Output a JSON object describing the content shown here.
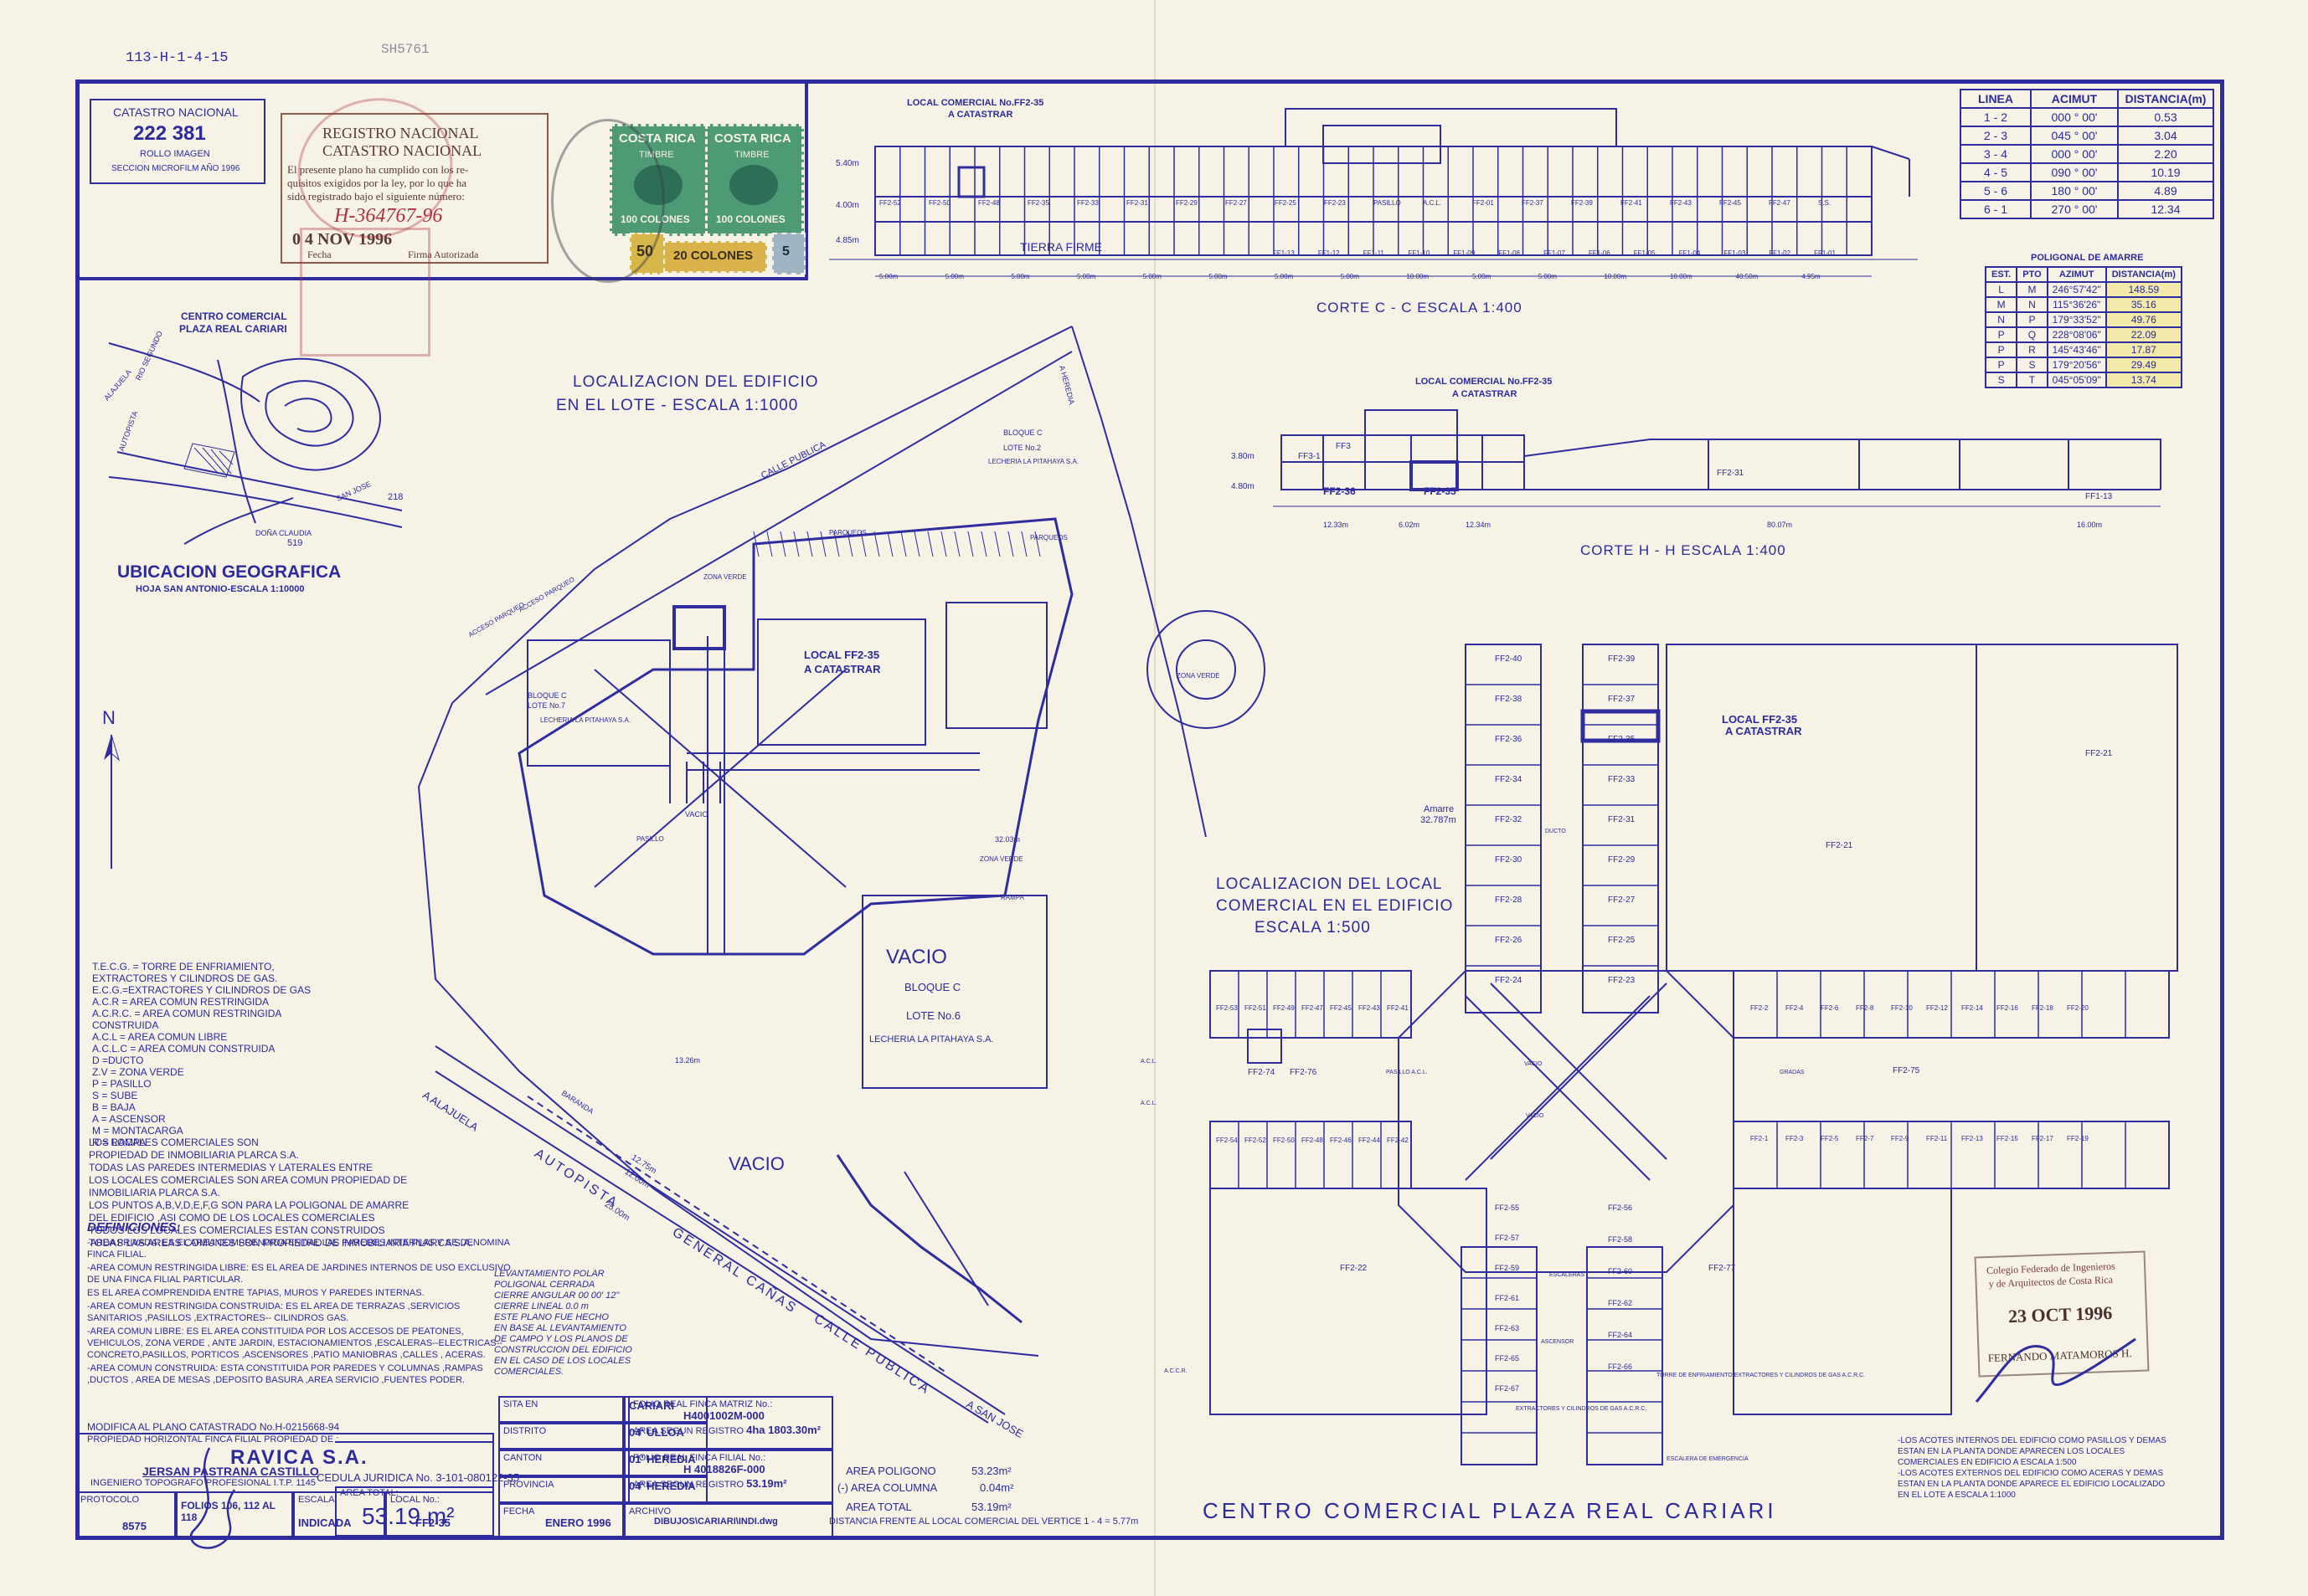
{
  "sheet_code": "113-H-1-4-15",
  "sheet_code_faded": "SH5761",
  "catastro_box": {
    "title": "CATASTRO NACIONAL",
    "number": "222 381",
    "rollo": "ROLLO  IMAGEN",
    "seccion": "SECCION MICROFILM  AÑO 1996"
  },
  "registro_stamp": {
    "title1": "REGISTRO NACIONAL",
    "title2": "CATASTRO NACIONAL",
    "body1": "El presente plano ha cumplido con los re-",
    "body2": "quisitos exigidos por la ley, por lo que ha",
    "body3": "sido registrado bajo el siguiente número:",
    "number": "H-364767-96",
    "date": "0 4 NOV 1996",
    "fecha_label": "Fecha",
    "firma_label": "Firma Autorizada"
  },
  "revenue_stamps": [
    {
      "country": "COSTA RICA",
      "kind": "TIMBRE",
      "value": "100 COLONES"
    },
    {
      "country": "COSTA RICA",
      "kind": "TIMBRE",
      "value": "100 COLONES"
    },
    {
      "country": "",
      "kind": "",
      "value": "20 COLONES"
    }
  ],
  "stamp_values": [
    "50",
    "5"
  ],
  "corte_cc": {
    "local_label1": "LOCAL COMERCIAL No.FF2-35",
    "local_label2": "A CATASTRAR",
    "ground_label": "TIERRA FIRME",
    "caption": "CORTE  C - C       ESCALA 1:400",
    "heights": [
      "5.40m",
      "4.00m",
      "4.85m"
    ],
    "upper_units": [
      "FF2-52",
      "FF2-50",
      "FF2-48",
      "FF2-35",
      "FF2-33",
      "FF2-31",
      "FF2-29",
      "FF2-27",
      "FF2-25",
      "FF2-23",
      "PASILLO",
      "A.C.L.",
      "FF2-01",
      "FF2-37",
      "FF2-39",
      "FF2-41",
      "FF2-43",
      "FF2-45",
      "FF2-47",
      "S.S."
    ],
    "lower_units": [
      "FF1-13",
      "FF1-12",
      "FF1-11",
      "FF1-10",
      "FF1-09",
      "FF1-08",
      "FF1-07",
      "FF1-06",
      "FF1-05",
      "FF1-04",
      "FF1-03",
      "FF1-02",
      "FF1-01"
    ],
    "dims": [
      "5.00m",
      "5.00m",
      "5.00m",
      "5.00m",
      "5.00m",
      "5.00m",
      "5.00m",
      "5.00m",
      "10.00m",
      "5.00m",
      "5.00m",
      "10.00m",
      "10.00m",
      "40.50m",
      "4.95m"
    ]
  },
  "corte_hh": {
    "local_label1": "LOCAL COMERCIAL No.FF2-35",
    "local_label2": "A CATASTRAR",
    "caption": "CORTE  H - H       ESCALA 1:400",
    "heights": [
      "3.80m",
      "4.80m"
    ],
    "units": [
      "FF3",
      "FF3-1",
      "FF2-36",
      "FF2-35",
      "FF2-31",
      "FF1-13"
    ],
    "dims": [
      "12.33m",
      "6.02m",
      "12.34m",
      "80.07m",
      "16.00m"
    ]
  },
  "linea_table": {
    "headers": [
      "LINEA",
      "ACIMUT",
      "DISTANCIA(m)"
    ],
    "rows": [
      [
        "1 - 2",
        "000 ° 00'",
        "0.53"
      ],
      [
        "2 - 3",
        "045 ° 00'",
        "3.04"
      ],
      [
        "3 - 4",
        "000 ° 00'",
        "2.20"
      ],
      [
        "4 - 5",
        "090 ° 00'",
        "10.19"
      ],
      [
        "5 - 6",
        "180 ° 00'",
        "4.89"
      ],
      [
        "6 - 1",
        "270 ° 00'",
        "12.34"
      ]
    ]
  },
  "poligonal_table": {
    "title": "POLIGONAL DE AMARRE",
    "headers": [
      "EST.",
      "PTO",
      "AZIMUT",
      "DISTANCIA(m)"
    ],
    "rows": [
      [
        "L",
        "M",
        "246°57'42\"",
        "148.59"
      ],
      [
        "M",
        "N",
        "115°36'26\"",
        "35.16"
      ],
      [
        "N",
        "P",
        "179°33'52\"",
        "49.76"
      ],
      [
        "P",
        "Q",
        "228°08'06\"",
        "22.09"
      ],
      [
        "P",
        "R",
        "145°43'46\"",
        "17.87"
      ],
      [
        "P",
        "S",
        "179°20'56\"",
        "29.49"
      ],
      [
        "S",
        "T",
        "045°05'09\"",
        "13.74"
      ]
    ]
  },
  "ubicacion": {
    "centro_label1": "CENTRO COMERCIAL",
    "centro_label2": "PLAZA REAL CARIARI",
    "title": "UBICACION GEOGRAFICA",
    "subtitle": "HOJA SAN ANTONIO-ESCALA 1:10000",
    "roads": [
      "RIO SEGUNDO",
      "ALAJUELA",
      "AUTOPISTA",
      "DOÑA CLAUDIA",
      "SAN JOSE"
    ],
    "numbers": [
      "218",
      "519"
    ]
  },
  "localizacion_lote": {
    "title1": "LOCALIZACION DEL EDIFICIO",
    "title2": "EN EL LOTE  -  ESCALA 1:1000",
    "local_label1": "LOCAL FF2-35",
    "local_label2": "A CATASTRAR",
    "labels": [
      "CALLE PUBLICA",
      "ZONA VERDE",
      "PARQUEOS",
      "PARQUEOS",
      "RAMPA",
      "PASILLO",
      "VACIO",
      "ZONA VERDE",
      "VACIO",
      "AUTOPISTA",
      "GENERAL CAÑAS",
      "CALLE PUBLICA",
      "A SAN JOSE",
      "A ALAJUELA",
      "BARANDA",
      "A HEREDIA",
      "ACCESO PARQUEO",
      "ACCESO PARQUEO"
    ],
    "bloques": [
      {
        "l1": "BLOQUE C",
        "l2": "LOTE No.7",
        "l3": "LECHERIA LA PITAHAYA S.A."
      },
      {
        "l1": "BLOQUE C",
        "l2": "LOTE No.6",
        "l3": "LECHERIA LA PITAHAYA S.A."
      },
      {
        "l1": "BLOQUE C",
        "l2": "LOTE No.2",
        "l3": "LECHERIA LA PITAHAYA S.A."
      }
    ],
    "vacio_big": "VACIO",
    "zona_verde_round": "ZONA VERDE",
    "dims": [
      "12.75m",
      "12.00m",
      "25.00m",
      "32.03m",
      "13.26m"
    ]
  },
  "north": "N",
  "abbreviations": [
    "T.E.C.G. = TORRE DE ENFRIAMIENTO,",
    "EXTRACTORES Y CILINDROS DE GAS.",
    "E.C.G.=EXTRACTORES Y CILINDROS DE GAS",
    "A.C.R = AREA COMUN RESTRINGIDA",
    "A.C.R.C. = AREA COMUN RESTRINGIDA",
    "CONSTRUIDA",
    "A.C.L = AREA COMUN LIBRE",
    "A.C.L.C = AREA COMUN CONSTRUIDA",
    "D =DUCTO",
    "Z.V = ZONA VERDE",
    "P = PASILLO",
    "S = SUBE",
    "B = BAJA",
    "A = ASCENSOR",
    "M = MONTACARGA",
    "R = RAMPA"
  ],
  "notes": [
    "LOS LOCALES COMERCIALES SON",
    "PROPIEDAD DE INMOBILIARIA PLARCA S.A.",
    "TODAS LAS PAREDES INTERMEDIAS Y LATERALES ENTRE",
    "LOS LOCALES COMERCIALES SON AREA COMUN PROPIEDAD DE",
    "INMOBILIARIA PLARCA S.A.",
    "LOS PUNTOS A,B,V,D,E,F,G SON PARA LA POLIGONAL DE AMARRE",
    "DEL EDIFICIO ,ASI COMO DE LOS LOCALES COMERCIALES",
    "TODOS LOS LOCALES COMERCIALES ESTAN CONSTRUIDOS",
    "TODAS LAS AREAS COMUNES SON PROPIEDAD DE INMOBILIARIA PLARCA S.A."
  ],
  "definiciones": {
    "title": "DEFINICIONES:",
    "items": [
      "-AREA PRIVADA: ES EL AREA COMPRENDIDA ENTRE LAS PAREDES INTERNAS Y SE DENOMINA FINCA FILIAL.",
      "-AREA COMUN RESTRINGIDA LIBRE: ES EL AREA DE JARDINES INTERNOS DE USO EXCLUSIVO DE UNA FINCA FILIAL PARTICULAR.",
      "ES EL AREA COMPRENDIDA ENTRE TAPIAS, MUROS Y PAREDES INTERNAS.",
      "-AREA COMUN RESTRINGIDA CONSTRUIDA: ES EL AREA DE TERRAZAS ,SERVICIOS SANITARIOS ,PASILLOS ,EXTRACTORES-- CILINDROS GAS.",
      "-AREA COMUN LIBRE: ES EL AREA CONSTITUIDA POR LOS ACCESOS DE PEATONES, VEHICULOS, ZONA VERDE , ANTE JARDIN, ESTACIONAMIENTOS ,ESCALERAS--ELECTRICAS--CONCRETO,PASILLOS, PORTICOS ,ASCENSORES ,PATIO MANIOBRAS ,CALLES , ACERAS.",
      "-AREA COMUN CONSTRUIDA: ESTA CONSTITUIDA POR PAREDES Y COLUMNAS ,RAMPAS ,DUCTOS , AREA DE MESAS ,DEPOSITO BASURA ,AREA SERVICIO ,FUENTES PODER."
    ]
  },
  "levantamiento": [
    "LEVANTAMIENTO POLAR",
    "POLIGONAL  CERRADA",
    "CIERRE ANGULAR  00 00' 12\"",
    "CIERRE  LINEAL  0.0 m",
    "ESTE PLANO FUE HECHO",
    "EN BASE AL LEVANTAMIENTO",
    "DE CAMPO Y LOS PLANOS DE",
    "CONSTRUCCION DEL EDIFICIO",
    "EN EL CASO DE LOS LOCALES",
    "COMERCIALES."
  ],
  "localizacion_local": {
    "title1": "LOCALIZACION DEL LOCAL",
    "title2": "COMERCIAL EN EL EDIFICIO",
    "title3": "ESCALA   1:500",
    "local_label1": "LOCAL FF2-35",
    "local_label2": "A CATASTRAR",
    "amarre": "Amarre",
    "amarre_val": "32.787m",
    "upper_wing_left": [
      "FF2-40",
      "FF2-38",
      "FF2-36",
      "FF2-34",
      "FF2-32",
      "FF2-30",
      "FF2-28",
      "FF2-26",
      "FF2-24"
    ],
    "upper_wing_right": [
      "FF2-39",
      "FF2-37",
      "FF2-35",
      "FF2-33",
      "FF2-31",
      "FF2-29",
      "FF2-27",
      "FF2-25",
      "FF2-23"
    ],
    "west_upper": [
      "FF2-53",
      "FF2-51",
      "FF2-49",
      "FF2-47",
      "FF2-45",
      "FF2-43",
      "FF2-41"
    ],
    "west_lower": [
      "FF2-54",
      "FF2-52",
      "FF2-50",
      "FF2-48",
      "FF2-46",
      "FF2-44",
      "FF2-42"
    ],
    "east_upper": [
      "FF2-2",
      "FF2-4",
      "FF2-6",
      "FF2-8",
      "FF2-10",
      "FF2-12",
      "FF2-14",
      "FF2-16",
      "FF2-18",
      "FF2-20"
    ],
    "east_lower": [
      "FF2-1",
      "FF2-3",
      "FF2-5",
      "FF2-7",
      "FF2-9",
      "FF2-11",
      "FF2-13",
      "FF2-15",
      "FF2-17",
      "FF2-19"
    ],
    "lower_left": [
      "FF2-55",
      "FF2-57",
      "FF2-59",
      "FF2-61",
      "FF2-63",
      "FF2-65",
      "FF2-67"
    ],
    "lower_right": [
      "FF2-56",
      "FF2-58",
      "FF2-60",
      "FF2-62",
      "FF2-64",
      "FF2-66"
    ],
    "big_units": [
      "FF2-21",
      "FF2-21",
      "FF2-22",
      "FF2-77",
      "FF2-74",
      "FF2-76",
      "FF2-75"
    ],
    "labels": [
      "PASILLO A.C.L.",
      "VACIO",
      "VACIO",
      "A.C.L.",
      "A.C.L.",
      "ESCALERA DE EMERGENCIA",
      "EXTRACTORES Y CILINDROS DE GAS A.C.R.C.",
      "TORRE DE ENFRIAMIENTO EXTRACTORES Y CILINDROS DE GAS A.C.R.C.",
      "ASCENSOR",
      "DUCTO",
      "A.C.C.R.",
      "GRADAS",
      "ESCALERAS"
    ]
  },
  "title_block": {
    "modifica": "MODIFICA AL PLANO CATASTRADO No.H-0215668-94",
    "prop_label": "PROPIEDAD HORIZONTAL FINCA FILIAL PROPIEDAD DE :",
    "owner": "RAVICA S.A.",
    "cedula": "CEDULA JURIDICA No. 3-101-080122-35",
    "area_total_label": "AREA TOTAL:",
    "area_total": "53.19 m²",
    "engineer": "JERSAN PASTRANA CASTILLO",
    "engineer_title": "INGENIERO TOPOGRAFO PROFESIONAL I.T.P. 1145",
    "protocolo_label": "PROTOCOLO",
    "protocolo": "8575",
    "folios": "FOLIOS 106, 112 AL 118",
    "escala_label": "ESCALA",
    "escala": "INDICADA",
    "local_label": "LOCAL No.:",
    "local": "FF2-35",
    "sita_en_label": "SITA EN",
    "sita_en": "CARIARI",
    "distrito_label": "DISTRITO",
    "distrito": "04' ULLOA",
    "canton_label": "CANTON",
    "canton": "01' HEREDIA",
    "provincia_label": "PROVINCIA",
    "provincia": "04' HEREDIA",
    "fecha_label": "FECHA",
    "fecha": "ENERO 1996",
    "folio_matriz_label": "FOLIO REAL FINCA MATRIZ No.:",
    "folio_matriz": "H4001002M-000",
    "area_registro_label": "AREA SEGUN REGISTRO",
    "area_registro": "4ha 1803.30m²",
    "folio_filial_label": "FOLIO REAL FINCA FILIAL No.:",
    "folio_filial": "H 4018826F-000",
    "area_registro2": "53.19m²",
    "archivo_label": "ARCHIVO",
    "archivo": "DIBUJOS\\CARIARI\\INDI.dwg",
    "area_poligono_label": "AREA POLIGONO",
    "area_poligono": "53.23m²",
    "area_columna_label": "(-) AREA COLUMNA",
    "area_columna": "0.04m²",
    "area_total2_label": "AREA TOTAL",
    "area_total2": "53.19m²",
    "distancia": "DISTANCIA FRENTE AL LOCAL COMERCIAL DEL VERTICE 1 - 4 = 5.77m"
  },
  "main_title": "CENTRO  COMERCIAL  PLAZA  REAL  CARIARI",
  "bottom_notes": [
    "-LOS ACOTES INTERNOS DEL EDIFICIO COMO PASILLOS Y DEMAS",
    "ESTAN EN LA PLANTA DONDE APARECEN LOS LOCALES",
    "COMERCIALES EN EDIFICIO A ESCALA 1:500",
    "-LOS ACOTES EXTERNOS DEL EDIFICIO COMO ACERAS Y DEMAS",
    "ESTAN EN LA PLANTA DONDE APARECE EL EDIFICIO LOCALIZADO",
    "EN EL LOTE A ESCALA 1:1000"
  ],
  "colegio_stamp": {
    "line1": "Colegio Federado de Ingenieros",
    "line2": "y de Arquitectos de Costa Rica",
    "date": "23 OCT 1996",
    "name": "FERNANDO MATAMOROS H."
  },
  "colors": {
    "ink": "#2c2a9c",
    "paper": "#f6f2e6",
    "highlight": "#f3e9a8",
    "stamp_red": "#b0303a",
    "stamp_green": "#3f8a6a"
  }
}
